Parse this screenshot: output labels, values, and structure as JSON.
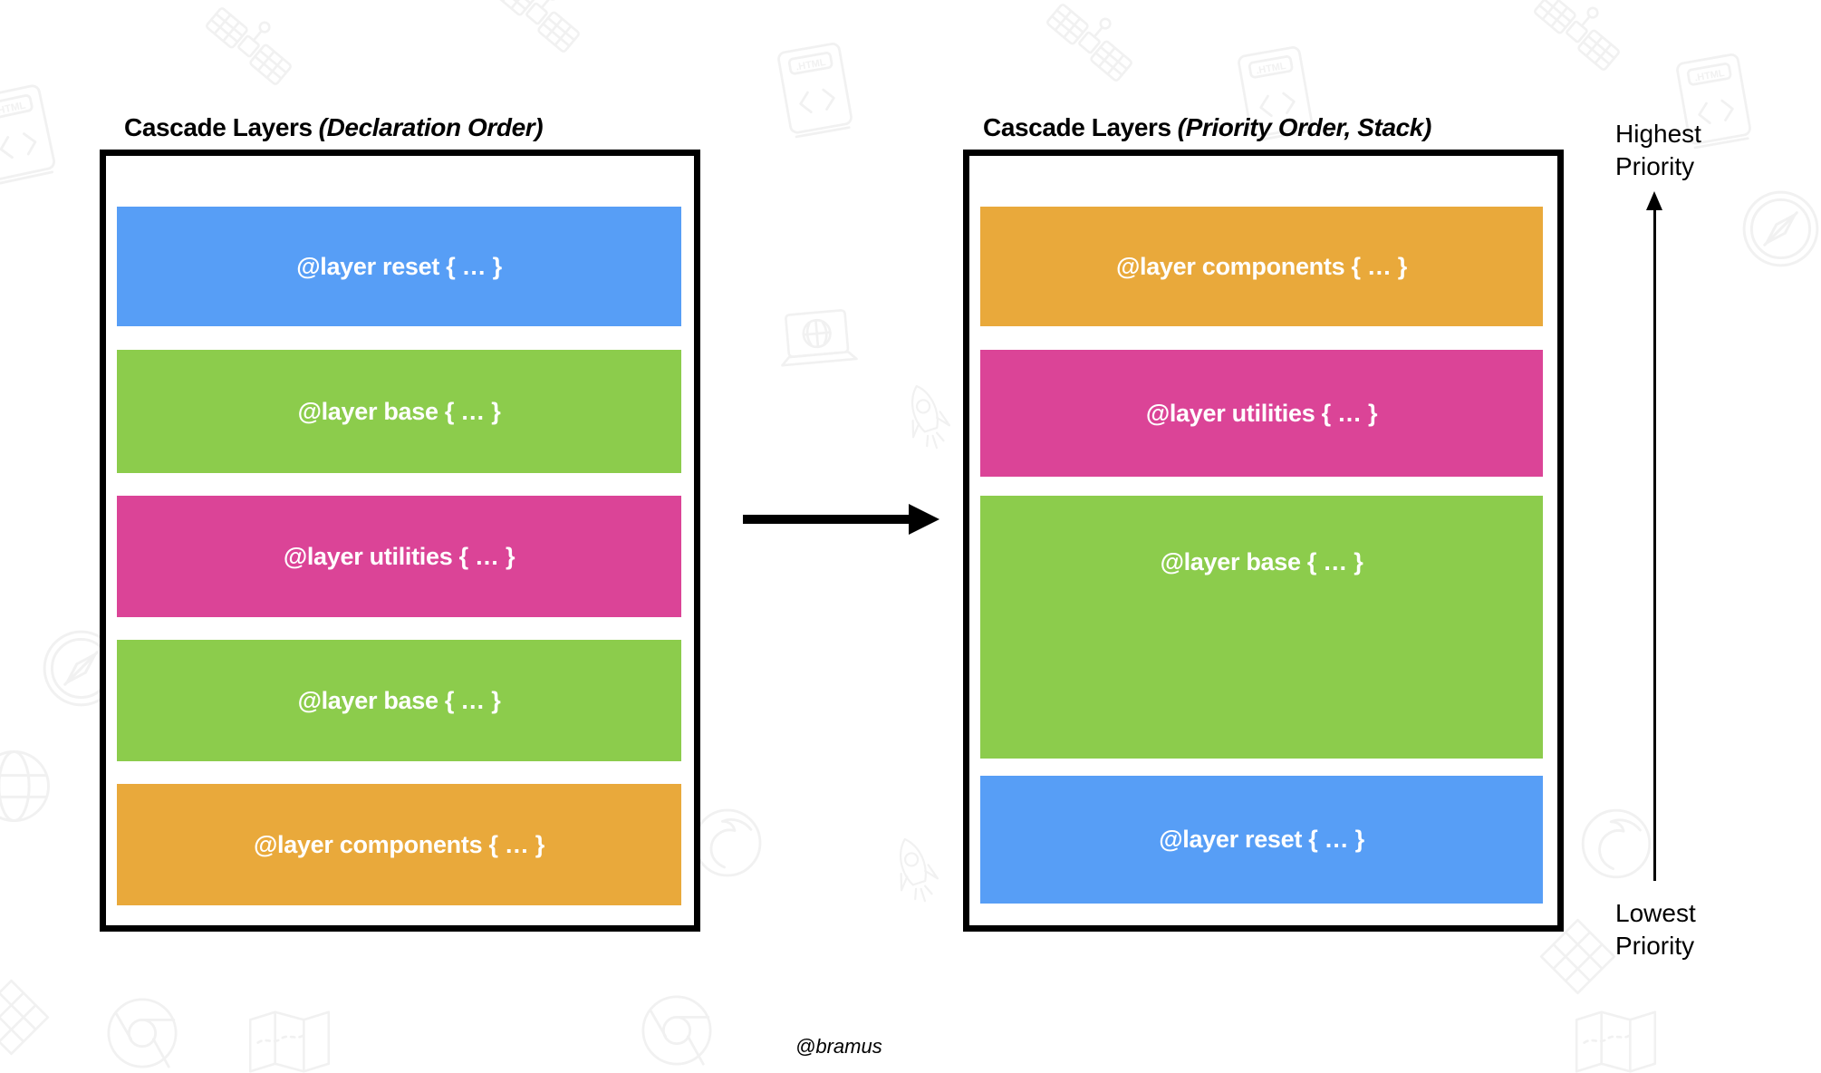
{
  "left_panel": {
    "title": "Cascade Layers",
    "subtitle": "(Declaration Order)",
    "layers": [
      {
        "label": "@layer reset { … }",
        "color": "blue"
      },
      {
        "label": "@layer base { … }",
        "color": "green"
      },
      {
        "label": "@layer utilities { … }",
        "color": "pink"
      },
      {
        "label": "@layer base { … }",
        "color": "green"
      },
      {
        "label": "@layer components { … }",
        "color": "orange"
      }
    ]
  },
  "right_panel": {
    "title": "Cascade Layers",
    "subtitle": "(Priority Order, Stack)",
    "layers": [
      {
        "label": "@layer components { … }",
        "color": "orange"
      },
      {
        "label": "@layer utilities { … }",
        "color": "pink"
      },
      {
        "label": "@layer base { … }",
        "color": "green"
      },
      {
        "label": "@layer reset { … }",
        "color": "blue"
      }
    ]
  },
  "axis": {
    "highest": [
      "Highest",
      "Priority"
    ],
    "lowest": [
      "Lowest",
      "Priority"
    ]
  },
  "attribution": "@bramus",
  "colors": {
    "blue": "#579EF6",
    "green": "#8CCC4C",
    "pink": "#DB4497",
    "orange": "#E9A93B",
    "outline": "#000000",
    "bartext": "#FFFFFF",
    "watermark": "#F1F1F1"
  }
}
